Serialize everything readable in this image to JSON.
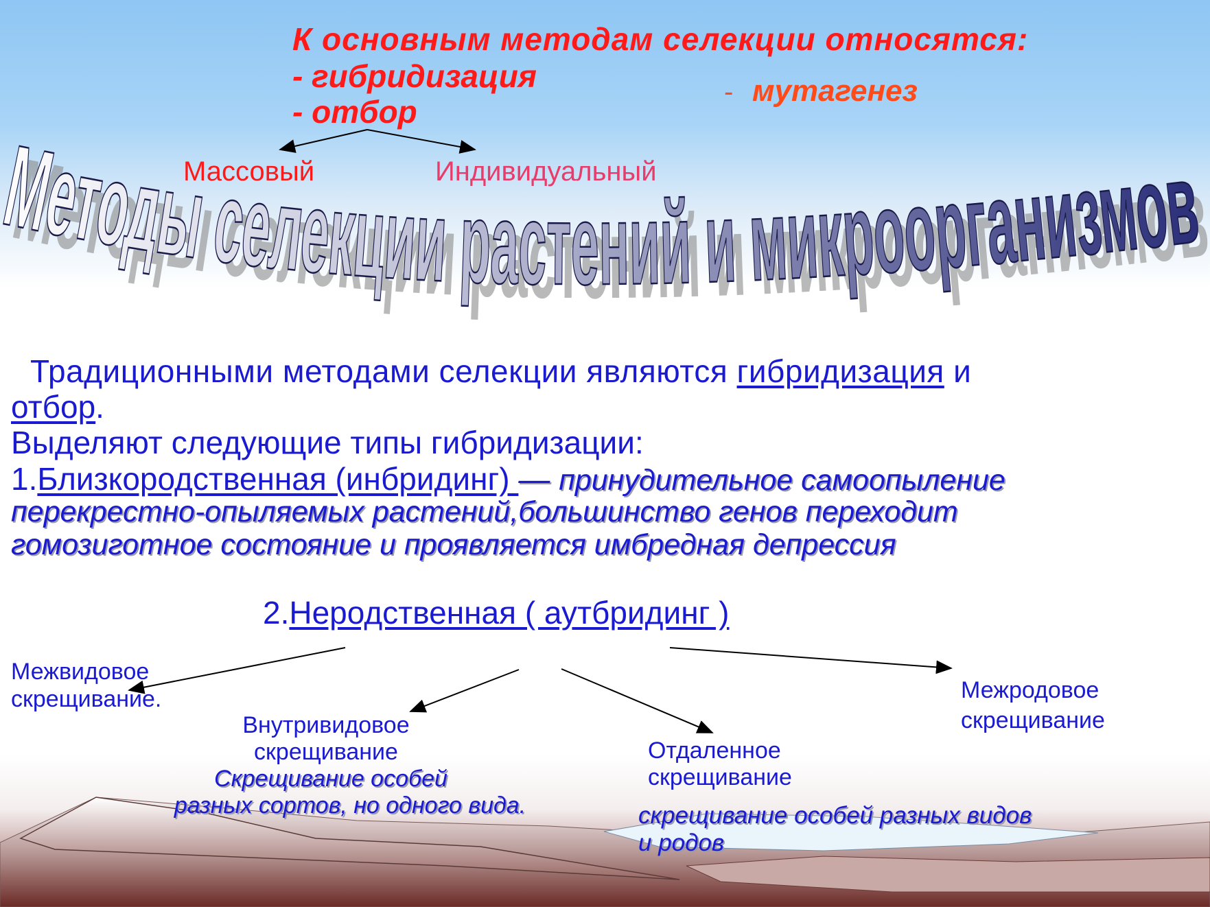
{
  "slide": {
    "header": {
      "intro": "К основным методам селекции относятся:",
      "item_hybridization": "- гибридизация",
      "item_selection": "- отбор",
      "item_mutagenesis_dash": "-",
      "item_mutagenesis": "мутагенез"
    },
    "selection_types": {
      "mass": "Массовый",
      "individual": "Индивидуальный"
    },
    "wordart_title": "Методы селекции растений и микроорганизмов",
    "body": {
      "line1_prefix": "Традиционными методами селекции являются",
      "link_hybridization": "гибридизация",
      "line1_and": "и",
      "link_selection": "отбор",
      "line2_dot": ".",
      "types_heading": "Выделяют следующие типы гибридизации:",
      "item1_number": "1.",
      "item1_term": "Близкородственная (инбридинг) ",
      "item1_dash": "—",
      "item1_desc_line1": "принудительное самоопыление",
      "item1_desc_line2": "перекрестно-опыляемых растений,большинство генов переходит",
      "item1_desc_line3": "гомозиготное состояние и проявляется имбредная депрессия",
      "item2_number": "2.",
      "item2_term": "Неродственная ( аутбридинг )"
    },
    "outbreeding_branches": {
      "interspecific_line1": "Межвидовое",
      "interspecific_line2": "скрещивание.",
      "intraspecific_line1": "Внутривидовое",
      "intraspecific_line2": "скрещивание",
      "intraspecific_desc_line1": "Скрещивание особей",
      "intraspecific_desc_line2": "разных сортов, но одного вида.",
      "distant_line1": "Отдаленное",
      "distant_line2": "скрещивание",
      "distant_desc_line1": "скрещивание особей разных видов",
      "distant_desc_line2": "и родов",
      "intergeneric_line1": "Межродовое",
      "intergeneric_line2": "скрещивание"
    },
    "colors": {
      "red_accent": "#ff1a1a",
      "orange_accent": "#ff4a1a",
      "blue_text": "#1a1ad0",
      "pink_text": "#e83c6a"
    }
  }
}
